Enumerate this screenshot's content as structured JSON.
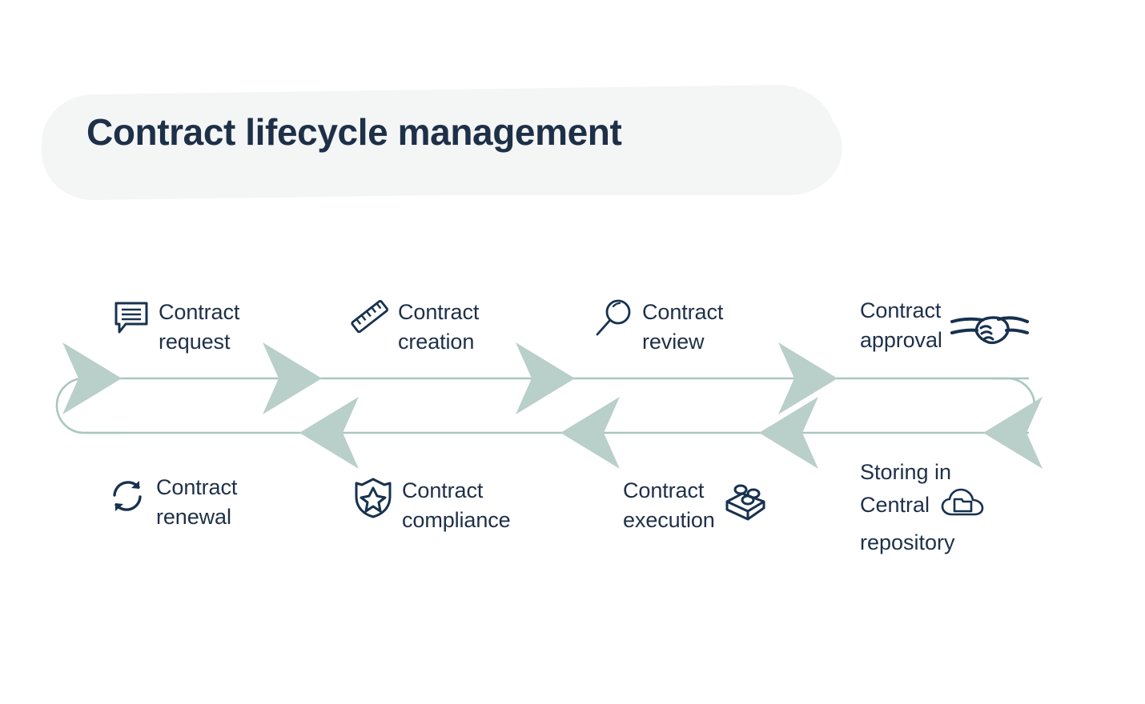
{
  "page": {
    "title": "Contract lifecycle management",
    "background_color": "#ffffff"
  },
  "theme": {
    "title_pill_color": "#f4f5f5",
    "text_color": "#1e3048",
    "icon_color": "#1b3css",
    "icon_stroke_color": "#17314f",
    "arrow_color": "#b9cfc9",
    "track_line_color": "#aac6c0"
  },
  "diagram": {
    "type": "cyclical-process-flow",
    "direction_top": "left-to-right",
    "direction_bottom": "right-to-left",
    "top_row": [
      {
        "label": "Contract\nrequest",
        "icon": "speech-bubble-lines-icon",
        "icon_position": "left",
        "order": 1
      },
      {
        "label": "Contract\ncreation",
        "icon": "ruler-icon",
        "icon_position": "left",
        "order": 2
      },
      {
        "label": "Contract\nreview",
        "icon": "magnifying-glass-icon",
        "icon_position": "left",
        "order": 3
      },
      {
        "label": "Contract\napproval",
        "icon": "handshake-icon",
        "icon_position": "right",
        "order": 4
      }
    ],
    "bottom_row": [
      {
        "label": "Storing in\nCentral\nrepository",
        "icon": "cloud-folder-icon",
        "icon_position": "inline",
        "order": 5
      },
      {
        "label": "Contract\nexecution",
        "icon": "building-blocks-icon",
        "icon_position": "right",
        "order": 6
      },
      {
        "label": "Contract\ncompliance",
        "icon": "shield-star-icon",
        "icon_position": "left",
        "order": 7
      },
      {
        "label": "Contract\nrenewal",
        "icon": "refresh-cycle-icon",
        "icon_position": "left",
        "order": 8
      }
    ]
  }
}
